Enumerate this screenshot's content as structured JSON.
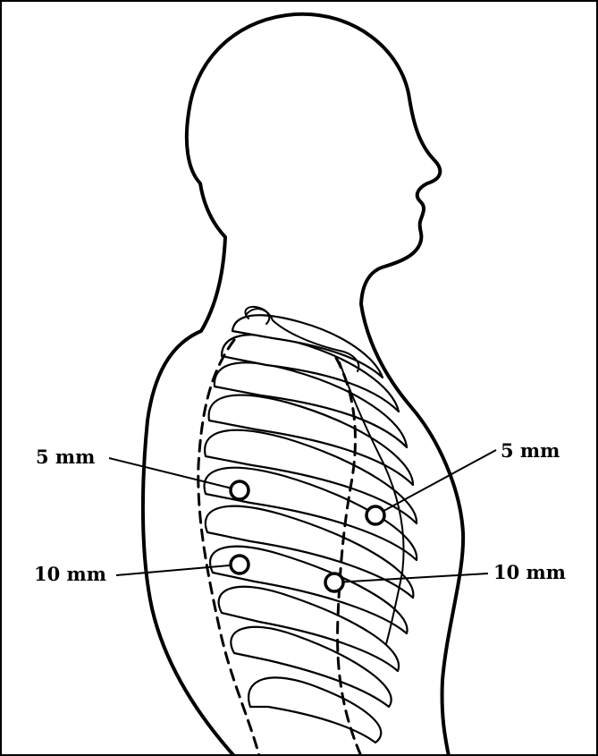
{
  "labels": {
    "left_upper": "5 mm",
    "left_lower": "10 mm",
    "right_upper": "5 mm",
    "right_lower": "10 mm"
  }
}
